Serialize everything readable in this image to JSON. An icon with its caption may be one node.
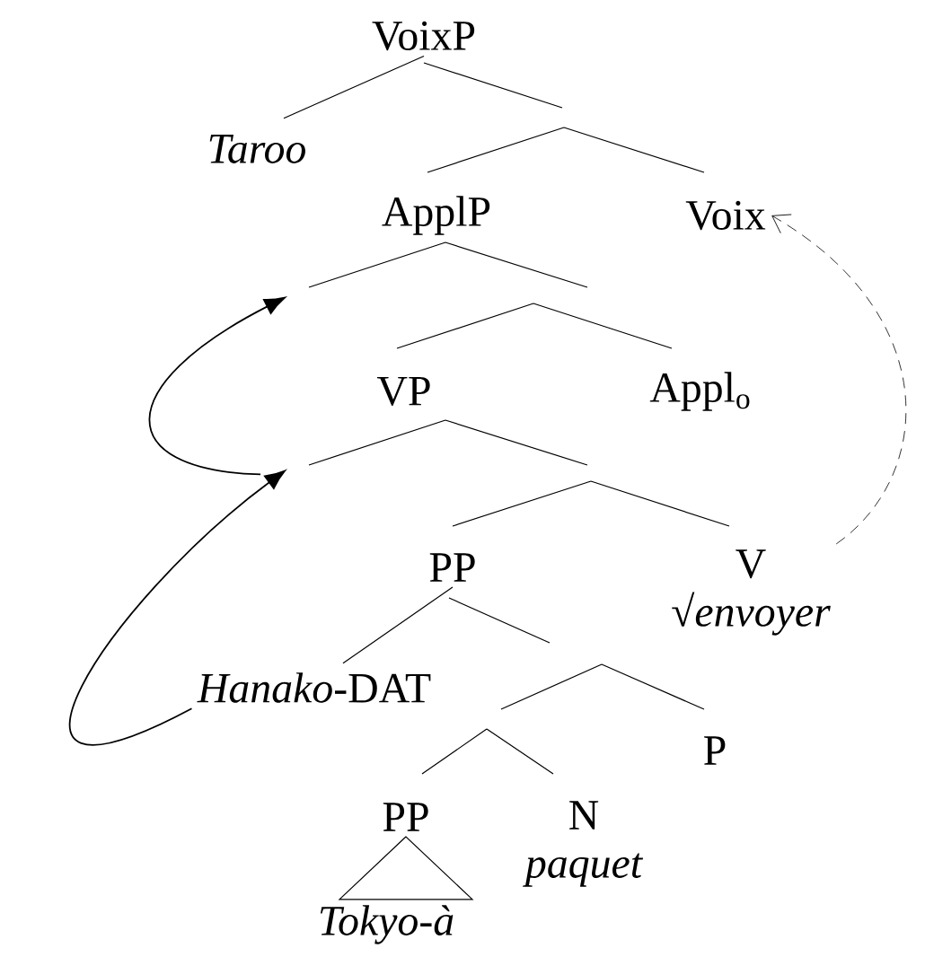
{
  "diagram": {
    "nodes": [
      {
        "text": [
          "VoixP"
        ]
      },
      {
        "text": [
          "Taroo"
        ]
      },
      {
        "text": [
          "ApplP"
        ]
      },
      {
        "text": [
          "Voix"
        ]
      },
      {
        "text": [
          "VP"
        ]
      },
      {
        "text": [
          "Appl$_{o}$"
        ]
      },
      {
        "text": [
          "PP"
        ]
      },
      {
        "text": [
          "V",
          "√*envoyer*"
        ]
      },
      {
        "text": [
          "*Hanako*-DAT"
        ]
      },
      {
        "text": [
          "P"
        ]
      },
      {
        "text": [
          "PP"
        ]
      },
      {
        "text": [
          "N",
          "paquet"
        ]
      },
      {
        "text": [
          "Tokyo-à"
        ]
      }
    ],
    "edges": [
      {
        "from": 0,
        "to": 1,
        "arrow": "none"
      },
      {
        "from": 6,
        "to": 8,
        "arrow": "none"
      },
      {
        "from": 10,
        "to": 12,
        "arrow": "none"
      },
      {
        "from": 4,
        "to": 2,
        "arrow": "to"
      },
      {
        "from": 8,
        "to": 4,
        "arrow": "to"
      },
      {
        "from": 7,
        "to": 3,
        "arrow": "to",
        "style": "dashed"
      }
    ]
  }
}
